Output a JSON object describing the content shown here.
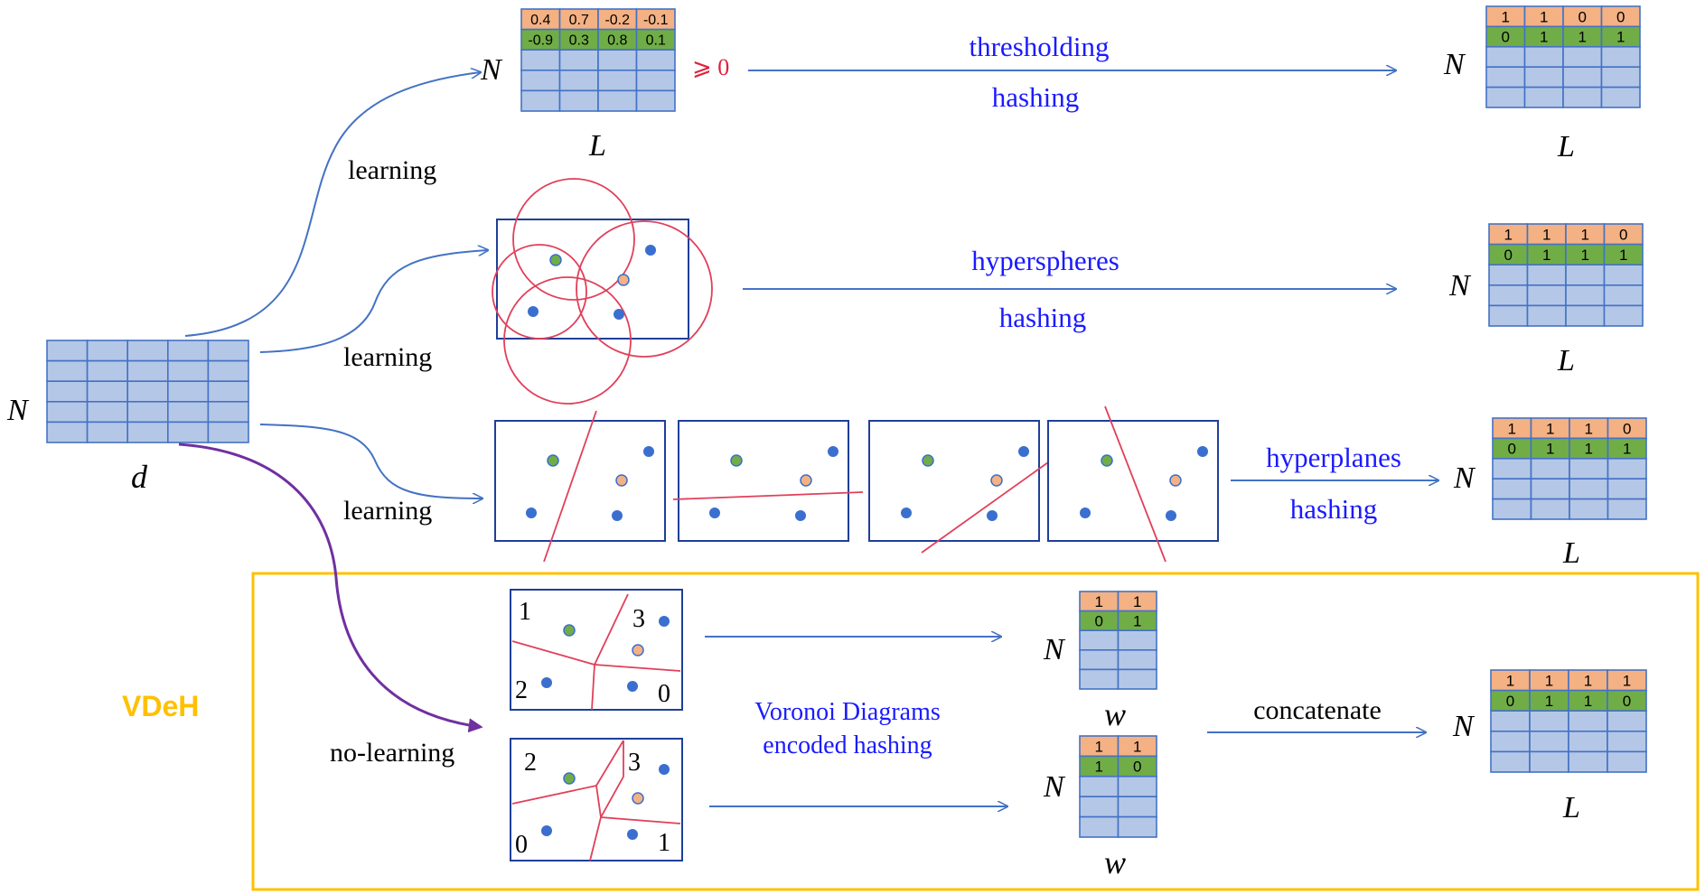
{
  "colors": {
    "cell_blue": "#b4c7e7",
    "cell_orange": "#f4b183",
    "cell_green": "#70ad47",
    "grid_line": "#4472c4",
    "arrow_blue": "#4472c4",
    "arrow_purple": "#7030a0",
    "sphere_red": "#e0405a",
    "frame_blue": "#1f3f99",
    "dot_blue": "#3a6fcf",
    "dot_green": "#70ad47",
    "dot_orange": "#f4b183",
    "vdeh_box": "#ffc000",
    "label_blue": "#1a1aff"
  },
  "input": {
    "n_label": "N",
    "d_label": "d"
  },
  "rows": {
    "thresholding": {
      "learn_label": "learning",
      "n_label": "N",
      "l_label": "L",
      "real_row1": [
        "0.4",
        "0.7",
        "-0.2",
        "-0.1"
      ],
      "real_row2": [
        "-0.9",
        "0.3",
        "0.8",
        "0.1"
      ],
      "threshold": "⩾ 0",
      "method_top": "thresholding",
      "method_bottom": "hashing",
      "out_n_label": "N",
      "out_l_label": "L",
      "out_row1": [
        "1",
        "1",
        "0",
        "0"
      ],
      "out_row2": [
        "0",
        "1",
        "1",
        "1"
      ]
    },
    "hyperspheres": {
      "learn_label": "learning",
      "method_top": "hyperspheres",
      "method_bottom": "hashing",
      "out_n_label": "N",
      "out_l_label": "L",
      "out_row1": [
        "1",
        "1",
        "1",
        "0"
      ],
      "out_row2": [
        "0",
        "1",
        "1",
        "1"
      ]
    },
    "hyperplanes": {
      "learn_label": "learning",
      "method_top": "hyperplanes",
      "method_bottom": "hashing",
      "out_n_label": "N",
      "out_l_label": "L",
      "out_row1": [
        "1",
        "1",
        "1",
        "0"
      ],
      "out_row2": [
        "0",
        "1",
        "1",
        "1"
      ]
    },
    "vdeh": {
      "title": "VDeH",
      "learn_label": "no-learning",
      "method_line1": "Voronoi Diagrams",
      "method_line2": "encoded hashing",
      "diagram1_regions": [
        "1",
        "3",
        "2",
        "0"
      ],
      "diagram2_regions": [
        "2",
        "3",
        "0",
        "1"
      ],
      "w1": {
        "n_label": "N",
        "w_label": "w",
        "row1": [
          "1",
          "1"
        ],
        "row2": [
          "0",
          "1"
        ]
      },
      "w2": {
        "n_label": "N",
        "w_label": "w",
        "row1": [
          "1",
          "1"
        ],
        "row2": [
          "1",
          "0"
        ]
      },
      "concat_label": "concatenate",
      "out_n_label": "N",
      "out_l_label": "L",
      "out_row1": [
        "1",
        "1",
        "1",
        "1"
      ],
      "out_row2": [
        "0",
        "1",
        "1",
        "0"
      ]
    }
  }
}
